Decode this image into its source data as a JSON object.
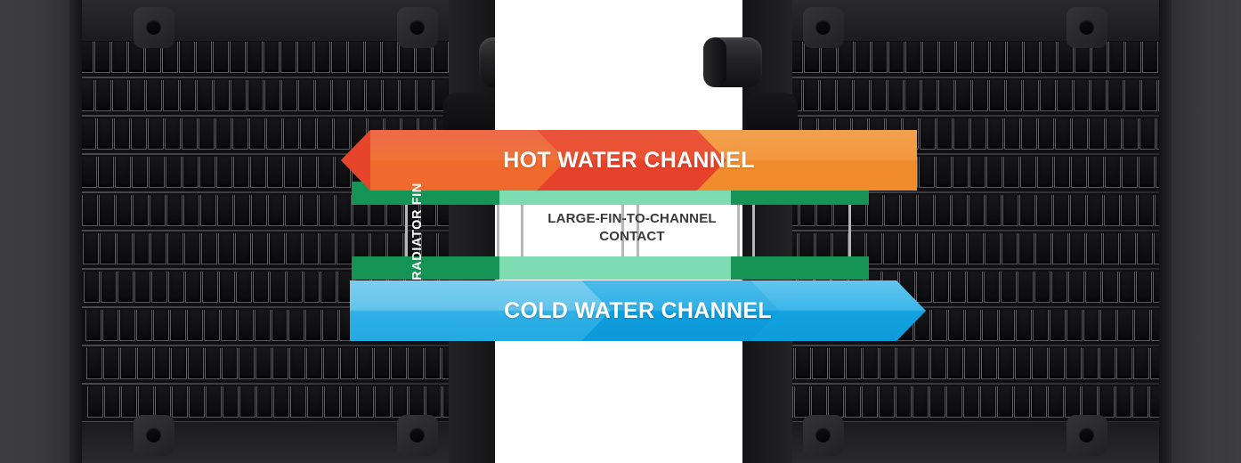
{
  "diagram": {
    "title": "Radiator large-fin-to-channel contact cross-section",
    "background": "#ffffff"
  },
  "channels": {
    "hot": {
      "label": "HOT WATER CHANNEL",
      "direction": "left",
      "colors": [
        "#e8543c",
        "#f0713a",
        "#f59540",
        "#e8442e"
      ],
      "text_color": "#ffffff"
    },
    "cold": {
      "label": "COLD WATER CHANNEL",
      "direction": "right",
      "colors": [
        "#6fc9ee",
        "#25aee4",
        "#0d9ede",
        "#37b5e8"
      ],
      "text_color": "#ffffff"
    }
  },
  "annotations": {
    "radiator_fin": "RADIATOR FIN",
    "contact_line1": "LARGE-FIN-TO-CHANNEL",
    "contact_line2": "CONTACT",
    "contact_color": "#3a3a3a",
    "fin_label_color": "#ffffff"
  },
  "contact_pads": {
    "light_green": "#7fdcb2",
    "dark_green": "#159456",
    "tube_outline": "#b6b6b6"
  },
  "radiators": [
    {
      "side": "left",
      "body_color": "#3a3a3d",
      "fin_color": "#101012",
      "port": "barb-fitting"
    },
    {
      "side": "right",
      "body_color": "#3a3a3d",
      "fin_color": "#101012",
      "port": "barb-fitting"
    }
  ]
}
